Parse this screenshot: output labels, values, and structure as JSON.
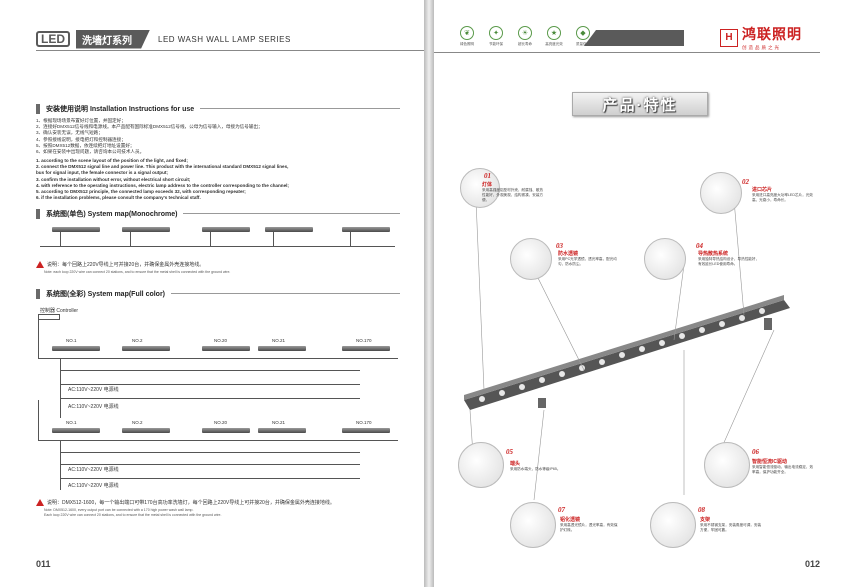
{
  "left_page": {
    "header": {
      "led": "LED",
      "series_cn": "洗墙灯系列",
      "series_en": "LED WASH WALL LAMP SERIES"
    },
    "install": {
      "title": "安装使用说明   Installation Instructions for use",
      "cn": [
        "1、根据现场场景布置好灯位置，并固定好；",
        "2、连接好DMX512信号线和电源线。本产品配有国际标准DMX512信号线，公母为信号输入，母接为信号输出；",
        "3、确认安装无误，无线气短路；",
        "4、参照接线说明，接电把灯和控制器连接；",
        "5、按照DMX512数据，依连续把灯地址设置好；",
        "6、如果在安装中出现问题，请咨询本公司技术人员。"
      ],
      "en": [
        "1. according to the scene layout of the position of the light, and fixed;",
        "2. connect the DMX512 signal line and power line. This product with the international standard DMX512 signal lines,",
        "   bus for signal input, the female connector is a signal output;",
        "3. confirm the installation without error, without electrical short circuit;",
        "4. with reference to the operating instructions, electric lamp address to the controller corresponding to the channel;",
        "5. according to DMX512 principle, the connected lamp exceeds 32, with corresponding repeater;",
        "6. if the installation problems, please consult the company's technical staff."
      ]
    },
    "mono": {
      "title": "系统图(单色)    System map(Monochrome)",
      "warn": "说明：每个回路上220V导线上可并接20台，并确保金属外壳连接地线。",
      "note": "Note: each loop 220V wire can connect 20 stations, and to ensure that the metal shell is connected with the ground wire."
    },
    "full": {
      "title": "系统图(全彩)    System map(Full color)",
      "controller": "控制器   Controller",
      "nodes": [
        "NO.1",
        "NO.2",
        "NO.20",
        "NO.21",
        "NO.170"
      ],
      "ac1": "AC:110V~220V 电源线",
      "ac2": "AC:110V~220V 电源线",
      "ac3": "AC:110V~220V 电源线",
      "ac4": "AC:110V~220V 电源线",
      "warn": "说明：DMX512-1600，每一个输出端口可带170台高功率洗墙灯，每个回路上220V导线上可并接20台，并确保金属外壳连接地线。",
      "note1": "Note: DMX512-1600, every output port can be connected with a 170 high power wash wall lamp.",
      "note2": "Each loop 220V wire can connect 20 stations, and to ensure that the metal shell is connected with the ground wire."
    },
    "page_number": "011"
  },
  "right_page": {
    "icons": [
      {
        "icon": "leaf-icon",
        "label": "绿色照明"
      },
      {
        "icon": "bulb-icon",
        "label": "节能环保"
      },
      {
        "icon": "sun-icon",
        "label": "超长寿命"
      },
      {
        "icon": "star-icon",
        "label": "高亮度光效"
      },
      {
        "icon": "shield-icon",
        "label": "质量保证"
      }
    ],
    "brand": {
      "name": "鸿联照明",
      "sub": "创造品质之光",
      "logo": "H"
    },
    "banner": "产品·特性",
    "features": [
      {
        "num": "01",
        "title": "灯体",
        "desc": "采用高强度铝型材外壳，耐腐蚀、散热性能好，外观美观，结构紧凑，安装方便。"
      },
      {
        "num": "02",
        "title": "进口芯片",
        "desc": "采用进口高亮度大功率LED芯片，光效高，光衰小，寿命长。"
      },
      {
        "num": "03",
        "title": "防水透镜",
        "desc": "采用PC光学透镜，透光率高，配光均匀，防水防尘。"
      },
      {
        "num": "04",
        "title": "导热散热系统",
        "desc": "采用独特导热结构设计，导热性能好，有效延长LED使用寿命。"
      },
      {
        "num": "05",
        "title": "端头",
        "desc": "采用防水端头，防水等级IP65。"
      },
      {
        "num": "06",
        "title": "智能恒流IC驱动",
        "desc": "采用智能恒流驱动，输出电流稳定，效率高，保护功能齐全。"
      },
      {
        "num": "07",
        "title": "铝化透镜",
        "desc": "采用高透光镜片，透光率高，有效保护灯珠。"
      },
      {
        "num": "08",
        "title": "支架",
        "desc": "采用不锈钢支架，安装角度可调，安装方便，牢固可靠。"
      }
    ],
    "page_number": "012"
  }
}
